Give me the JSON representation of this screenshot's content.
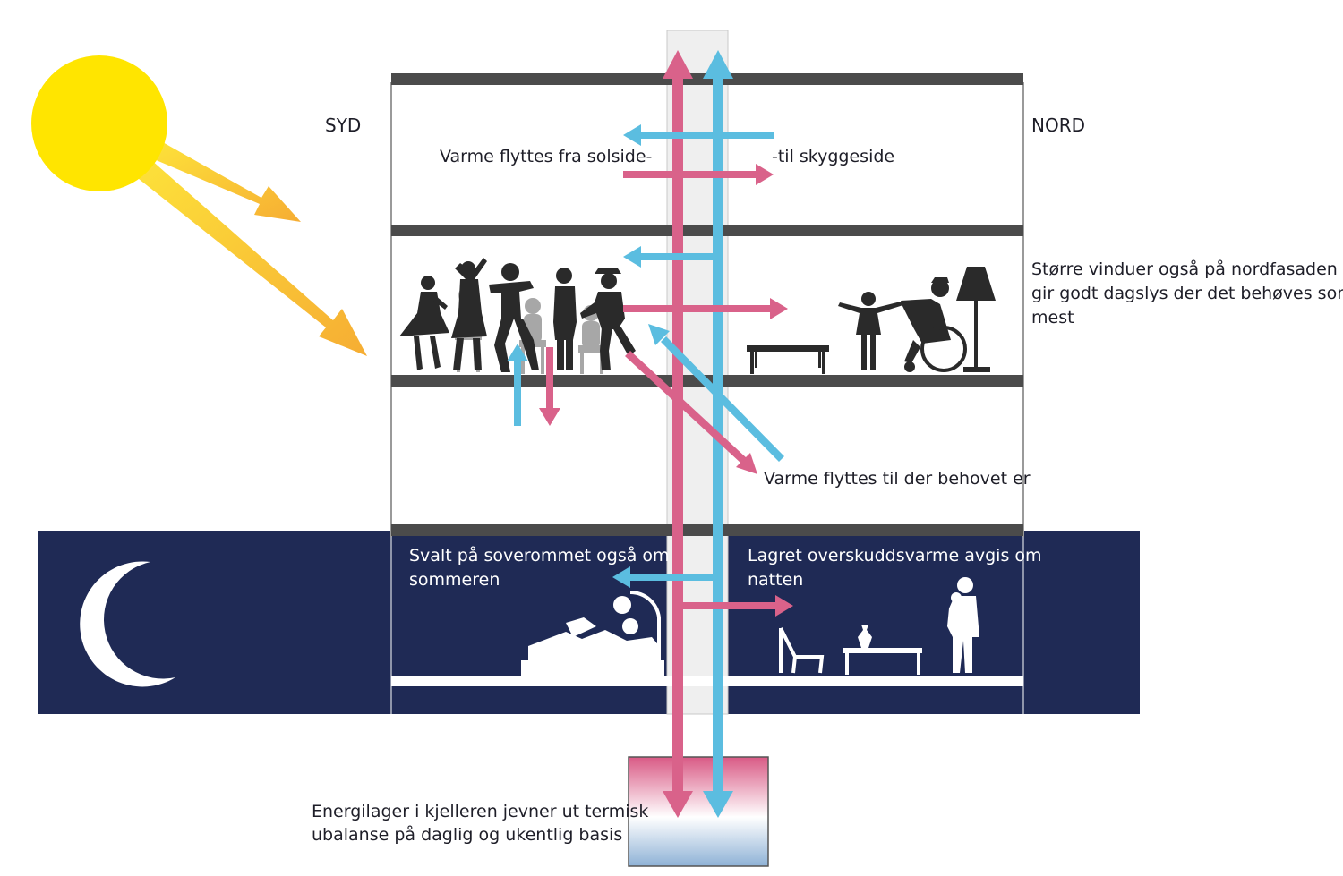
{
  "labels": {
    "south": "SYD",
    "north": "NORD",
    "heat_from_sun_side": "Varme flyttes fra solside-",
    "heat_to_shade_side": "-til skyggeside",
    "north_windows_line1": "Større vinduer også på nordfasaden",
    "north_windows_line2": "gir godt dagslys der det behøves som",
    "north_windows_line3": "mest",
    "heat_to_need": "Varme flyttes til der behovet er",
    "cool_bedroom_line1": "Svalt på soverommet også om",
    "cool_bedroom_line2": "sommeren",
    "stored_heat_line1": "Lagret overskuddsvarme avgis om",
    "stored_heat_line2": "natten",
    "energy_storage_line1": "Energilager i kjelleren jevner ut termisk",
    "energy_storage_line2": "ubalanse på daglig og ukentlig basis"
  },
  "icons": [
    "sun-icon",
    "moon-icon",
    "people-silhouettes-icon",
    "wheelchair-icon",
    "floor-lamp-icon",
    "table-icon",
    "bed-icon",
    "armchair-icon",
    "vase-icon",
    "parent-child-icon"
  ],
  "colors": {
    "warm_arrow": "#d9628a",
    "cool_arrow": "#5bbde0",
    "sun": "#ffe500",
    "sun_ray": "#f7b334",
    "night": "#1f2a55",
    "slab": "#4a4a4a",
    "shaft": "#eeeeee"
  }
}
